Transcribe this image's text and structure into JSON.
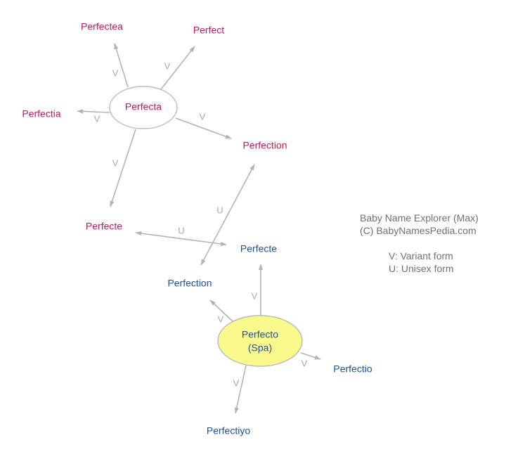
{
  "colors": {
    "female": "#c2185b",
    "male": "#1e4f9c",
    "edge": "#b4b4b4",
    "edge_label": "#a8a8a8",
    "focus_fill": "#fafa8c",
    "focus_stroke": "#b8b8b8",
    "legend_text": "#707070"
  },
  "legend": {
    "title": "Baby Name Explorer (Max)",
    "site": "(C) BabyNamesPedia.com",
    "variant": "V: Variant form",
    "unisex": "U: Unisex form"
  },
  "nodes": [
    {
      "id": "perfecta",
      "label": "Perfecta",
      "gender": "female",
      "shape": "ellipse"
    },
    {
      "id": "perfectea",
      "label": "Perfectea",
      "gender": "female"
    },
    {
      "id": "perfect",
      "label": "Perfect",
      "gender": "female"
    },
    {
      "id": "perfectia",
      "label": "Perfectia",
      "gender": "female"
    },
    {
      "id": "perfection-f",
      "label": "Perfection",
      "gender": "female"
    },
    {
      "id": "perfecte-f",
      "label": "Perfecte",
      "gender": "female"
    },
    {
      "id": "perfecte-m",
      "label": "Perfecte",
      "gender": "male"
    },
    {
      "id": "perfection-m",
      "label": "Perfection",
      "gender": "male"
    },
    {
      "id": "perfecto",
      "label": "Perfecto",
      "sublabel": "(Spa)",
      "gender": "male",
      "shape": "ellipse",
      "focus": true
    },
    {
      "id": "perfectio",
      "label": "Perfectio",
      "gender": "male"
    },
    {
      "id": "perfectiyo",
      "label": "Perfectiyo",
      "gender": "male"
    }
  ],
  "edges": [
    {
      "from": "perfecta",
      "to": "perfectea",
      "label": "V"
    },
    {
      "from": "perfecta",
      "to": "perfect",
      "label": "V"
    },
    {
      "from": "perfecta",
      "to": "perfectia",
      "label": "V"
    },
    {
      "from": "perfecta",
      "to": "perfection-f",
      "label": "V"
    },
    {
      "from": "perfecta",
      "to": "perfecte-f",
      "label": "V"
    },
    {
      "from": "perfecte-f",
      "to": "perfecte-m",
      "label": "U",
      "both": true
    },
    {
      "from": "perfection-m",
      "to": "perfection-f",
      "label": "U",
      "both": true
    },
    {
      "from": "perfecto",
      "to": "perfection-m",
      "label": "V"
    },
    {
      "from": "perfecto",
      "to": "perfecte-m",
      "label": "V"
    },
    {
      "from": "perfecto",
      "to": "perfectio",
      "label": "V"
    },
    {
      "from": "perfecto",
      "to": "perfectiyo",
      "label": "V"
    }
  ]
}
